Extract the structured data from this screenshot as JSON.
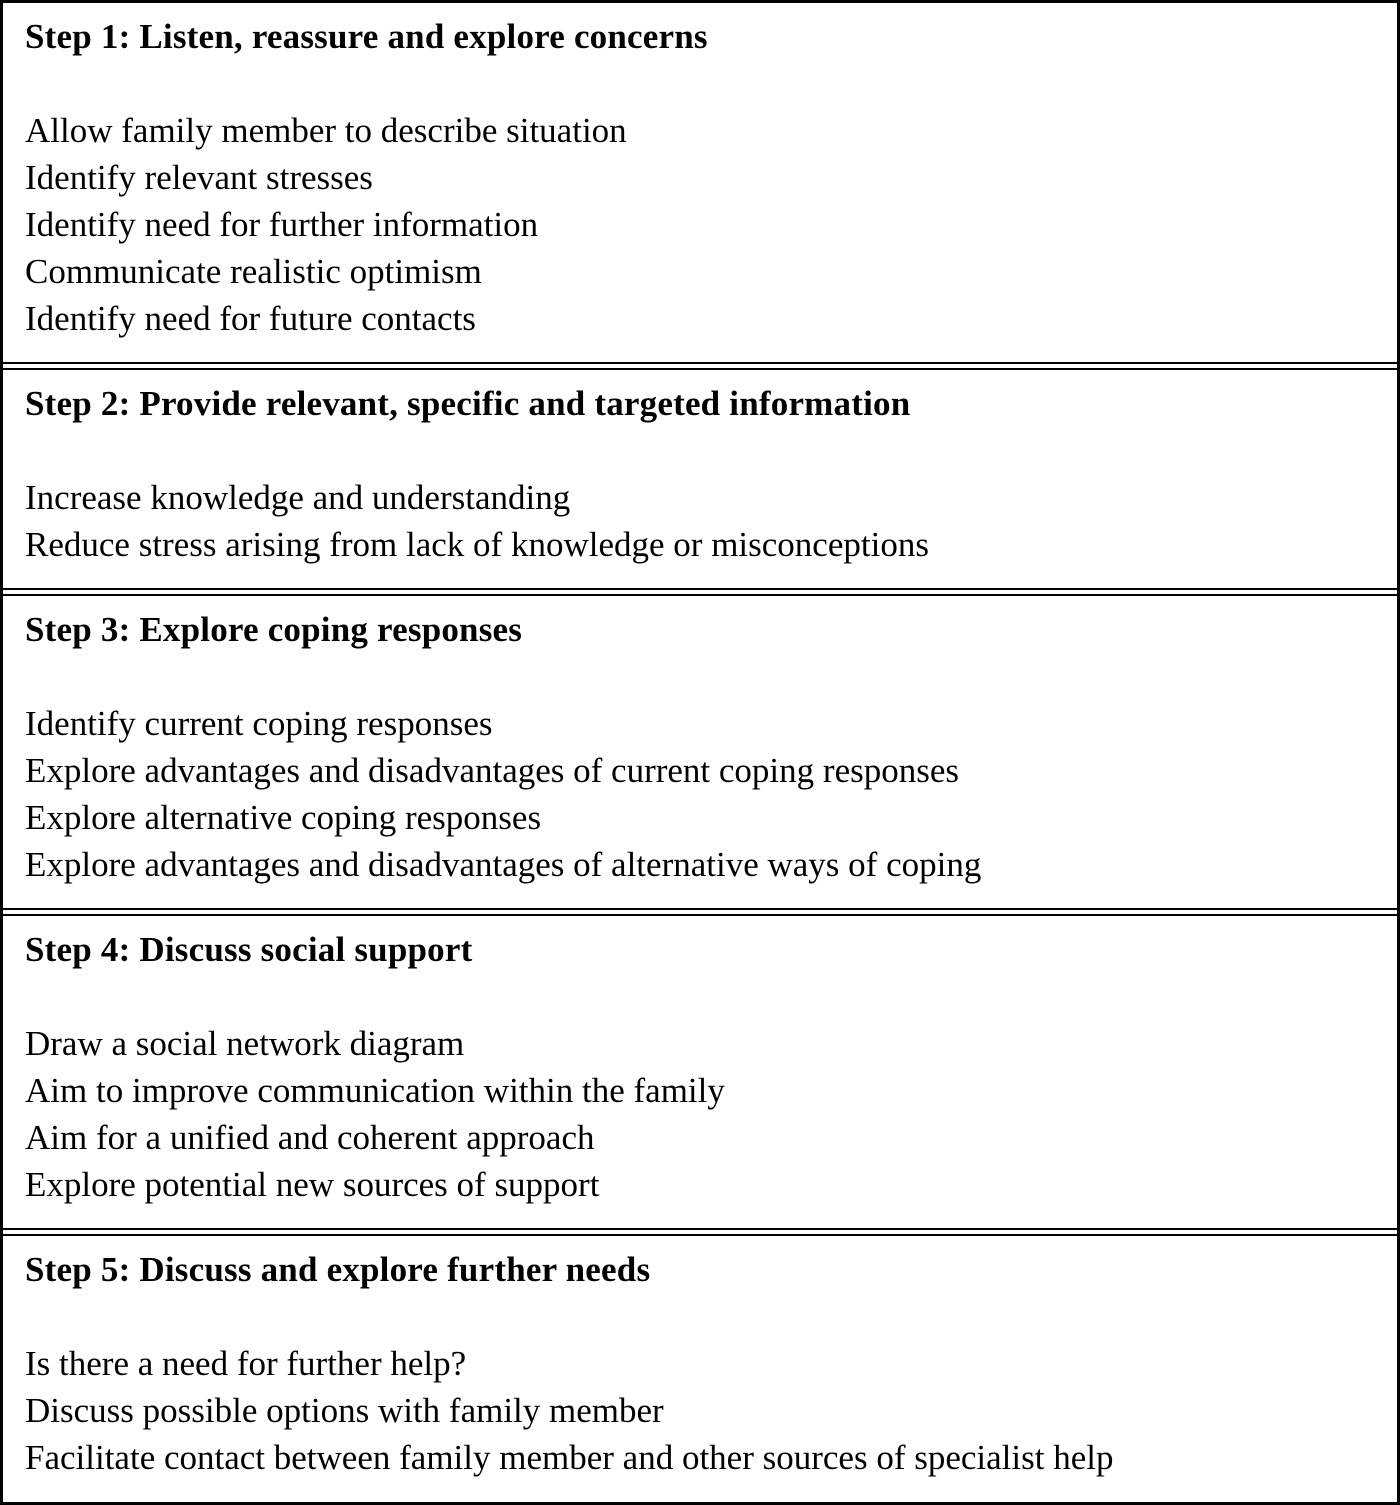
{
  "document": {
    "kind": "five-step-intervention-table",
    "colors": {
      "border": "#000000",
      "text": "#000000",
      "background": "#ffffff"
    },
    "steps": [
      {
        "title": "Step 1: Listen, reassure and explore concerns",
        "items": [
          "Allow family member to describe situation",
          "Identify relevant stresses",
          "Identify need for further information",
          "Communicate realistic optimism",
          "Identify need for future contacts"
        ]
      },
      {
        "title": "Step 2: Provide relevant, specific and targeted information",
        "items": [
          "Increase knowledge and understanding",
          "Reduce stress arising from lack of knowledge or misconceptions"
        ]
      },
      {
        "title": "Step 3: Explore coping responses",
        "items": [
          "Identify current coping responses",
          "Explore advantages and disadvantages of current coping responses",
          "Explore alternative coping responses",
          "Explore advantages and disadvantages of alternative ways of coping"
        ]
      },
      {
        "title": "Step 4: Discuss social support",
        "items": [
          "Draw a social network diagram",
          "Aim to improve communication within the family",
          "Aim for a unified and coherent approach",
          "Explore potential new sources of support"
        ]
      },
      {
        "title": "Step 5: Discuss and explore further needs",
        "items": [
          "Is there a need for further help?",
          "Discuss possible options with family member",
          "Facilitate contact between family member and other sources of specialist help"
        ]
      }
    ]
  }
}
